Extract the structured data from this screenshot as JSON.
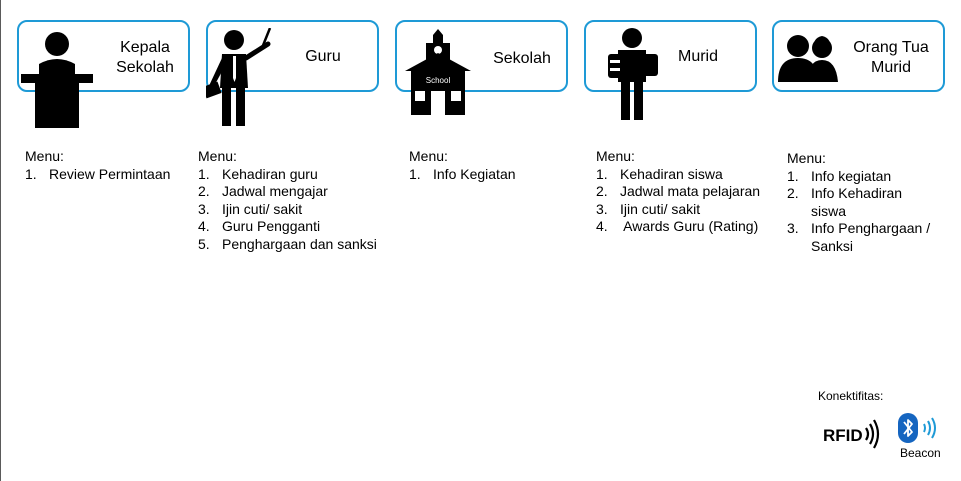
{
  "roles": [
    {
      "id": "kepala-sekolah",
      "icon": "principal-at-podium-icon",
      "title": "Kepala\nSekolah",
      "menu_heading": "Menu:",
      "menu_items": [
        {
          "num": "1.",
          "label": "Review Permintaan"
        }
      ]
    },
    {
      "id": "guru",
      "icon": "teacher-with-pointer-icon",
      "title": "Guru",
      "menu_heading": "Menu:",
      "menu_items": [
        {
          "num": "1.",
          "label": "Kehadiran guru"
        },
        {
          "num": "2.",
          "label": "Jadwal mengajar"
        },
        {
          "num": "3.",
          "label": "Ijin cuti/ sakit"
        },
        {
          "num": "4.",
          "label": "Guru Pengganti"
        },
        {
          "num": "5.",
          "label": "Penghargaan dan sanksi"
        }
      ]
    },
    {
      "id": "sekolah",
      "icon": "school-building-icon",
      "title": "Sekolah",
      "school_sign": "School",
      "menu_heading": "Menu:",
      "menu_items": [
        {
          "num": "1.",
          "label": "Info Kegiatan"
        }
      ]
    },
    {
      "id": "murid",
      "icon": "student-with-books-icon",
      "title": "Murid",
      "menu_heading": "Menu:",
      "menu_items": [
        {
          "num": "1.",
          "label": "Kehadiran siswa"
        },
        {
          "num": "2.",
          "label": "Jadwal mata pelajaran"
        },
        {
          "num": "3.",
          "label": "Ijin cuti/ sakit"
        },
        {
          "num": "4.",
          "label": " Awards Guru (Rating)"
        }
      ]
    },
    {
      "id": "orang-tua-murid",
      "icon": "parents-silhouette-icon",
      "title": "Orang Tua\nMurid",
      "menu_heading": "Menu:",
      "menu_items": [
        {
          "num": "1.",
          "label": "Info kegiatan"
        },
        {
          "num": "2.",
          "label": "Info Kehadiran siswa"
        },
        {
          "num": "3.",
          "label": "Info Penghargaan / Sanksi"
        }
      ]
    }
  ],
  "connectivity": {
    "title": "Konektifitas:",
    "rfid_label": "RFID",
    "beacon_label": "Beacon",
    "rfid_icon": "rfid-waves-icon",
    "beacon_icon": "bluetooth-beacon-icon",
    "bluetooth_color": "#1565c0",
    "wave_color": "#1e9ad6"
  },
  "colors": {
    "box_border": "#1e9ad6",
    "icon_fill": "#000000"
  }
}
